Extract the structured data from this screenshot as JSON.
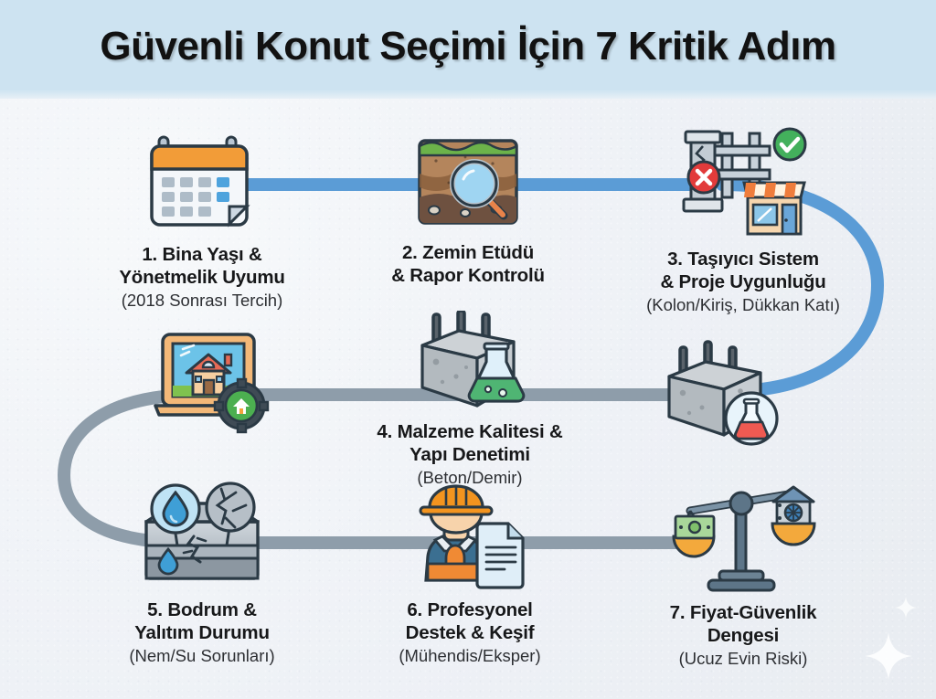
{
  "header": {
    "title": "Güvenli Konut Seçimi İçin 7 Kritik Adım",
    "band_color": "#cde3f1",
    "title_color": "#121212"
  },
  "theme": {
    "background": "#eef1f5",
    "connector_blue": "#5b9cd6",
    "connector_gray": "#8e9daa",
    "accent_orange": "#f29c38",
    "accent_green": "#4caf50",
    "accent_red": "#e63b3b",
    "text_dark": "#17181a"
  },
  "steps": [
    {
      "number": "1.",
      "title_line1": "1. Bina Yaşı &",
      "title_line2": "Yönetmelik Uyumu",
      "subtitle": "(2018 Sonrası Tercih)",
      "icon": "calendar-icon"
    },
    {
      "number": "2.",
      "title_line1": "2. Zemin Etüdü",
      "title_line2": "& Rapor Kontrolü",
      "subtitle": "",
      "icon": "soil-layers-magnifier-icon"
    },
    {
      "number": "3.",
      "title_line1": "3. Taşıyıcı Sistem",
      "title_line2": "& Proje Uygunluğu",
      "subtitle": "(Kolon/Kiriş, Dükkan Katı)",
      "icon": "cracked-column-structure-shop-icon"
    },
    {
      "number": "4.",
      "title_line1": "4. Malzeme Kalitesi &",
      "title_line2": "Yapı Denetimi",
      "subtitle": "(Beton/Demir)",
      "icon": "concrete-block-flask-icon"
    },
    {
      "number": "5.",
      "title_line1": "5. Bodrum &",
      "title_line2": "Yalıtım Durumu",
      "subtitle": "(Nem/Su Sorunları)",
      "icon": "basement-moisture-crack-icon"
    },
    {
      "number": "6.",
      "title_line1": "6. Profesyonel",
      "title_line2": "Destek & Keşif",
      "subtitle": "(Mühendis/Eksper)",
      "icon": "engineer-report-icon"
    },
    {
      "number": "7.",
      "title_line1": "7. Fiyat-Güvenlik",
      "title_line2": "Dengesi",
      "subtitle": "(Ucuz Evin Riski)",
      "icon": "balance-scale-money-house-icon"
    }
  ],
  "decorations": [
    {
      "name": "laptop-house-gear-icon"
    },
    {
      "name": "concrete-block-red-flask-icon"
    },
    {
      "name": "sparkle-star"
    }
  ]
}
